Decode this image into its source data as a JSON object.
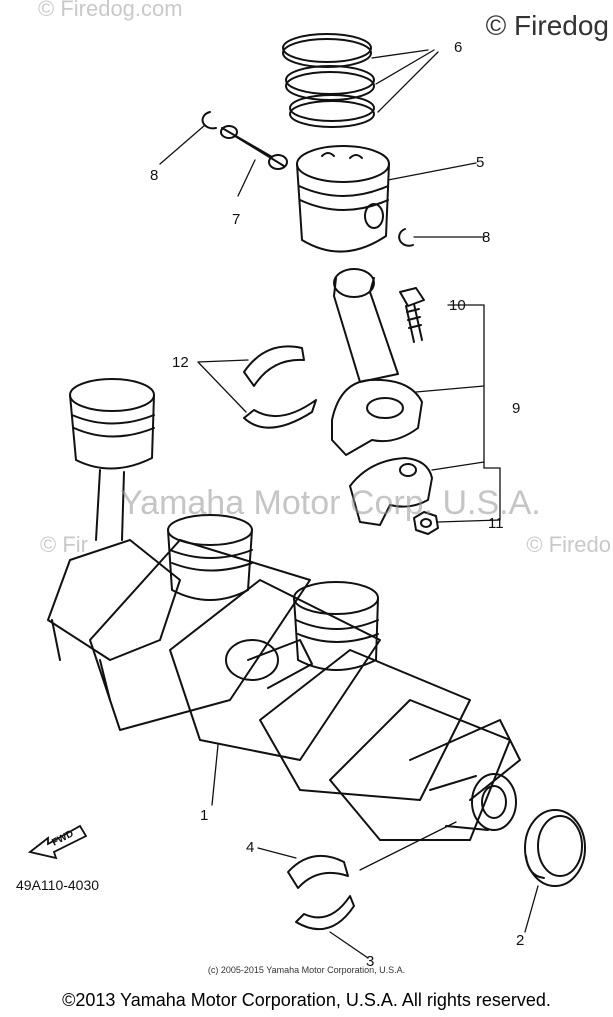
{
  "watermarks": {
    "top_left": "© Firedog.com",
    "top_right": "© Firedog",
    "mid_left": "© Fir",
    "mid_right": "© Firedo",
    "center": "Yamaha Motor Corp. U.S.A."
  },
  "callouts": {
    "c1": "1",
    "c2": "2",
    "c3": "3",
    "c4": "4",
    "c5": "5",
    "c6": "6",
    "c7": "7",
    "c8a": "8",
    "c8b": "8",
    "c9": "9",
    "c10": "10",
    "c11": "11",
    "c12": "12"
  },
  "fwd_label": "FWD",
  "part_code": "49A110-4030",
  "small_copyright": "(c) 2005-2015 Yamaha Motor Corporation, U.S.A.",
  "footer_copyright": "©2013 Yamaha Motor Corporation, U.S.A. All rights reserved."
}
